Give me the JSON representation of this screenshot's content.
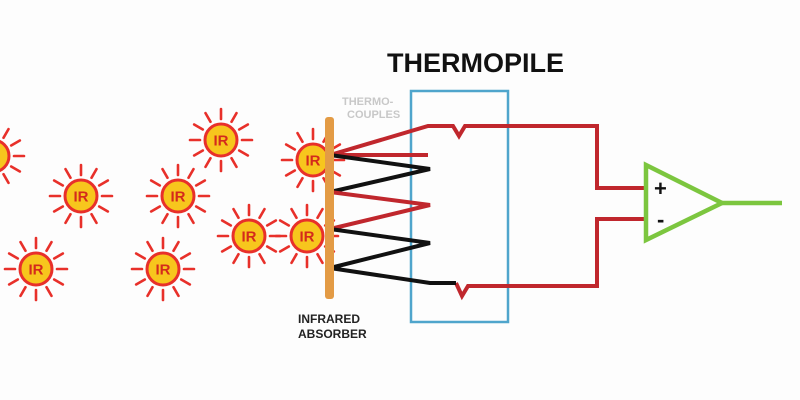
{
  "title": "THERMOPILE",
  "labels": {
    "thermocouples": [
      "THERMO-",
      "COUPLES"
    ],
    "absorber": [
      "INFRARED",
      "ABSORBER"
    ]
  },
  "amp": {
    "plus": "+",
    "minus": "-"
  },
  "ir_badge_text": "IR",
  "ir_badges": [
    {
      "id": "ir-1"
    },
    {
      "id": "ir-2"
    },
    {
      "id": "ir-3"
    },
    {
      "id": "ir-4"
    },
    {
      "id": "ir-5"
    },
    {
      "id": "ir-6"
    },
    {
      "id": "ir-7"
    },
    {
      "id": "ir-8"
    },
    {
      "id": "ir-9"
    },
    {
      "id": "ir-10"
    }
  ],
  "colors": {
    "wire_red": "#c0272d",
    "wire_black": "#111111",
    "box_blue": "#4fa5cc",
    "amp_green": "#7cc63f",
    "absorber": "#e39b45",
    "ir_fill": "#f7c61d",
    "ir_ring": "#e8302a",
    "ir_rays": "#e8302a"
  }
}
